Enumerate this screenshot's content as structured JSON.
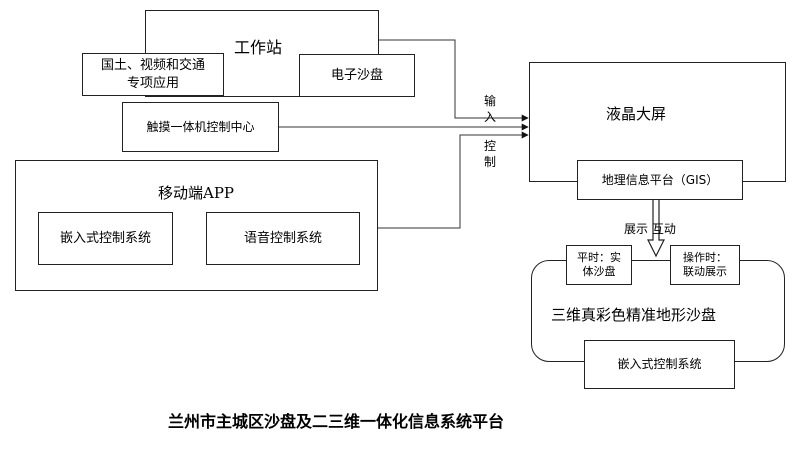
{
  "workstation": {
    "title": "工作站",
    "land_transport_app": [
      "国土、视频和交通",
      "专项应用"
    ],
    "electronic_sandbox": "电子沙盘"
  },
  "touch_center": "触摸一体机控制中心",
  "mobile_app": {
    "title": "移动端APP",
    "embedded_control": "嵌入式控制系统",
    "voice_control": "语音控制系统"
  },
  "flow_labels": {
    "input": [
      "输",
      "入"
    ],
    "control": [
      "控",
      "制"
    ],
    "display_interact": "展示 互动"
  },
  "lcd_screen": {
    "title": "液晶大屏",
    "gis_platform": "地理信息平台（GIS）"
  },
  "sandbox_3d": {
    "title": "三维真彩色精准地形沙盘",
    "normal_mode": [
      "平时：实",
      "体沙盘"
    ],
    "operation_mode": [
      "操作时：",
      "联动展示"
    ],
    "embedded_control": "嵌入式控制系统"
  },
  "caption": "兰州市主城区沙盘及二三维一体化信息系统平台"
}
